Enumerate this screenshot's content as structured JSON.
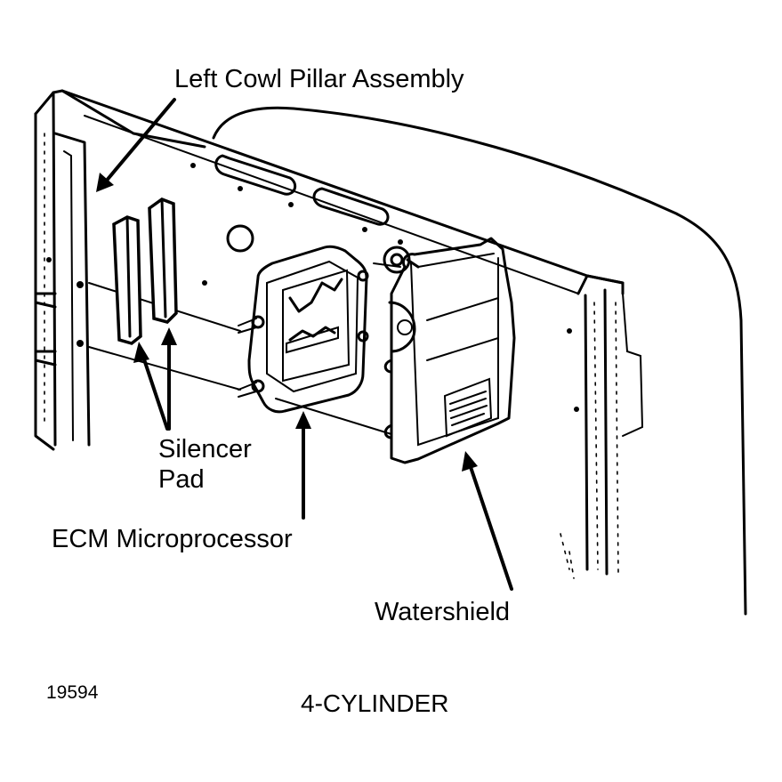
{
  "labels": {
    "cowl": "Left Cowl Pillar Assembly",
    "silencer_line1": "Silencer",
    "silencer_line2": "Pad",
    "ecm": "ECM Microprocessor",
    "watershield": "Watershield",
    "figure_number": "19594",
    "caption": "4-CYLINDER"
  }
}
